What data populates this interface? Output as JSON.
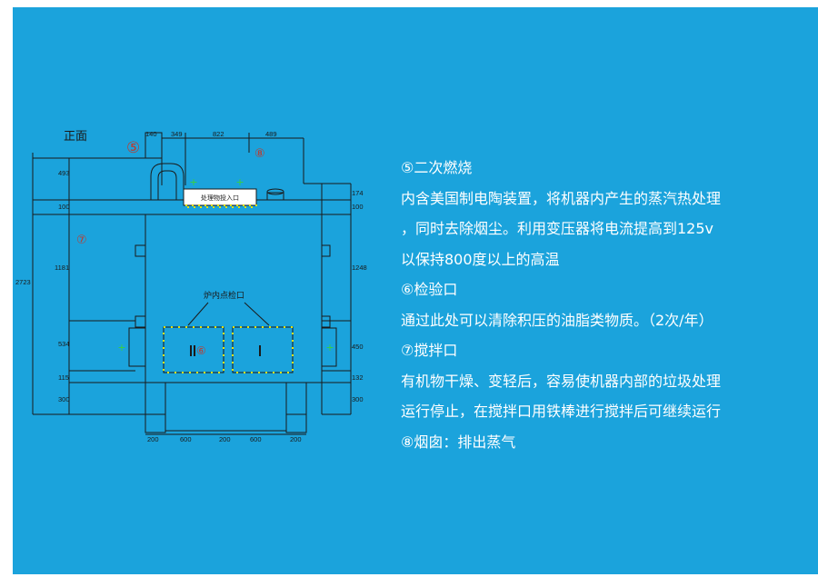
{
  "diagram": {
    "front_label": "正面",
    "marker_5": "⑤",
    "marker_6": "⑥",
    "marker_7": "⑦",
    "marker_8": "⑧",
    "entry_box_label": "处理物投入口",
    "inspection_label": "炉内点检口",
    "dims": {
      "top": [
        "140",
        "349",
        "822",
        "489"
      ],
      "left": [
        "493",
        "100",
        "1181",
        "534",
        "115",
        "300"
      ],
      "overall": "2723",
      "right": [
        "174",
        "100",
        "1248",
        "450",
        "132",
        "300"
      ],
      "bottom": [
        "200",
        "600",
        "200",
        "600",
        "200"
      ]
    }
  },
  "description": {
    "lines": [
      "⑤二次燃烧",
      "内含美国制电陶装置，将机器内产生的蒸汽热处理",
      "，同时去除烟尘。利用变压器将电流提高到125v",
      "以保持800度以上的高温",
      "⑥检验口",
      "通过此处可以清除积压的油脂类物质。（2次/年）",
      "⑦搅拌口",
      "有机物干燥、变轻后，容易使机器内部的垃圾处理",
      "运行停止，在搅拌口用铁棒进行搅拌后可继续运行",
      "⑧烟囱：排出蒸气"
    ]
  },
  "colors": {
    "panel_background": "#1ba3dc",
    "line_color": "#1a1a1a",
    "marker_red": "#c0392b",
    "plus_green": "#3ad13a",
    "dot_yellow": "#e8e000"
  }
}
